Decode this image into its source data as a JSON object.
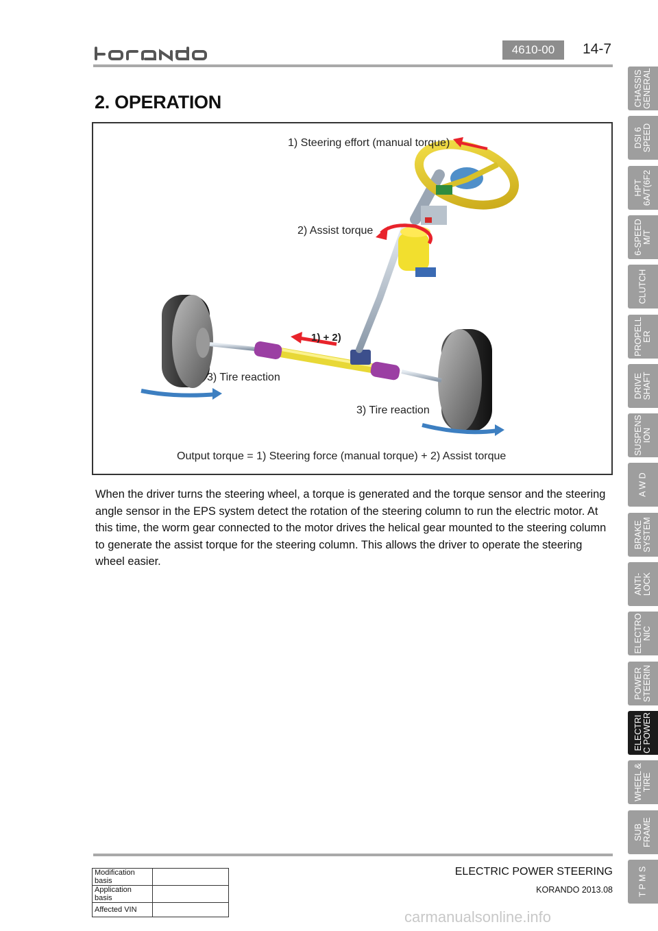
{
  "header": {
    "logo_text": "korando",
    "section_code": "4610-00",
    "page_number": "14-7"
  },
  "title": "2. OPERATION",
  "figure": {
    "label_steering_effort": "1) Steering effort (manual torque)",
    "label_assist_torque": "2) Assist torque",
    "label_sum": "1) + 2)",
    "label_tire_reaction_left": "3) Tire reaction",
    "label_tire_reaction_right": "3) Tire reaction",
    "caption": "Output torque = 1) Steering force (manual torque) + 2) Assist torque"
  },
  "body_text": "When the driver turns the steering wheel, a torque is generated and the torque sensor and the steering angle sensor in the EPS system detect the rotation of the steering column to run the electric motor. At this time, the worm gear connected to the motor drives the helical gear mounted to the steering column to generate the assist torque for the steering column. This allows the driver to operate the steering wheel easier.",
  "tabs": [
    {
      "label": "CHASSIS\nGENERAL",
      "active": false
    },
    {
      "label": "DSI 6\nSPEED",
      "active": false
    },
    {
      "label": "HPT\n6A/T(6F2",
      "active": false
    },
    {
      "label": "6-SPEED\nM/T",
      "active": false
    },
    {
      "label": "CLUTCH",
      "active": false
    },
    {
      "label": "PROPELL\nER",
      "active": false
    },
    {
      "label": "DRIVE\nSHAFT",
      "active": false
    },
    {
      "label": "SUSPENS\nION",
      "active": false
    },
    {
      "label": "A W D",
      "active": false
    },
    {
      "label": "BRAKE\nSYSTEM",
      "active": false
    },
    {
      "label": "ANTI-\nLOCK",
      "active": false
    },
    {
      "label": "ELECTRO\nNIC",
      "active": false
    },
    {
      "label": "POWER\nSTEERIN",
      "active": false
    },
    {
      "label": "ELECTRI\nC POWER",
      "active": true
    },
    {
      "label": "WHEEL &\nTIRE",
      "active": false
    },
    {
      "label": "SUB\nFRAME",
      "active": false
    },
    {
      "label": "T P M S",
      "active": false
    }
  ],
  "footer": {
    "section_title": "ELECTRIC POWER STEERING",
    "model": "KORANDO 2013.08",
    "rev_table": [
      {
        "key": "Modification basis",
        "value": ""
      },
      {
        "key": "Application basis",
        "value": ""
      },
      {
        "key": "Affected VIN",
        "value": ""
      }
    ]
  },
  "watermark": "carmanualsonline.info",
  "colors": {
    "tab_inactive": "#9e9e9e",
    "tab_active": "#1b1b1b",
    "rule_gray": "#a9a9a9",
    "arrow_red": "#e8232b",
    "arrow_blue": "#3d7fc1"
  }
}
